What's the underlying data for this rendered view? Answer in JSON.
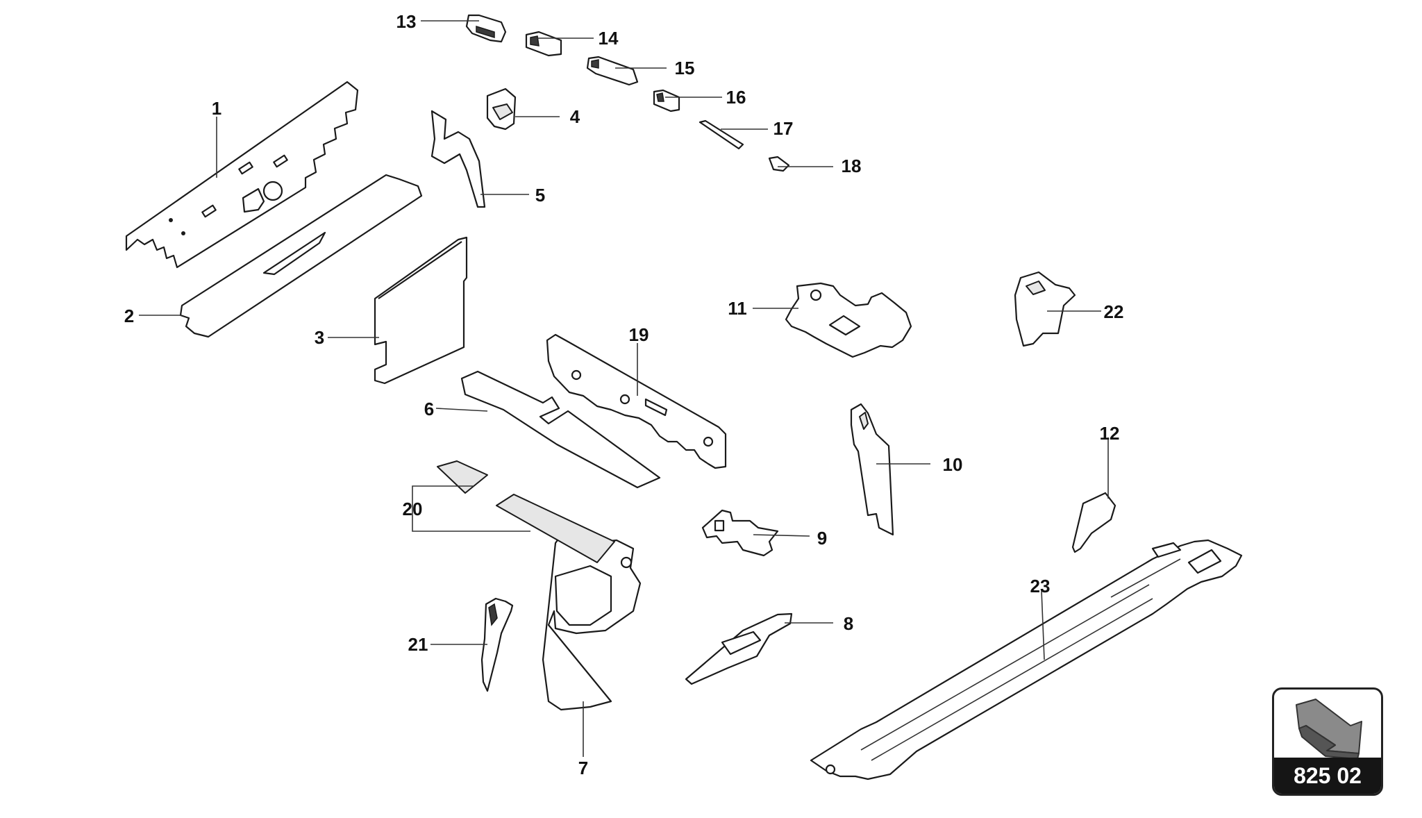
{
  "callouts": {
    "c1": "1",
    "c2": "2",
    "c3": "3",
    "c4": "4",
    "c5": "5",
    "c6": "6",
    "c7": "7",
    "c8": "8",
    "c9": "9",
    "c10": "10",
    "c11": "11",
    "c12": "12",
    "c13": "13",
    "c14": "14",
    "c15": "15",
    "c16": "16",
    "c17": "17",
    "c18": "18",
    "c19": "19",
    "c20": "20",
    "c21": "21",
    "c22": "22",
    "c23": "23"
  },
  "badge": {
    "code": "825 02",
    "icon": "arrow-icon"
  }
}
